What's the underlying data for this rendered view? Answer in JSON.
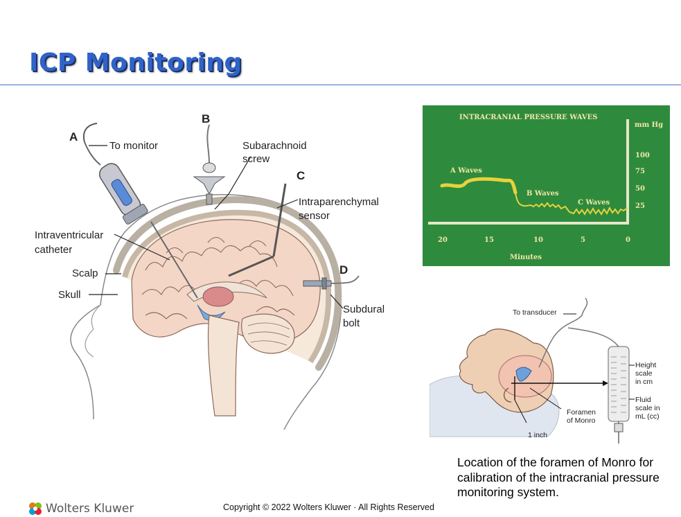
{
  "title": "ICP Monitoring",
  "brain": {
    "markers": {
      "a": "A",
      "b": "B",
      "c": "C",
      "d": "D"
    },
    "labels": {
      "to_monitor": "To monitor",
      "subarachnoid": "Subarachnoid",
      "screw": "screw",
      "intraparenchymal": "Intraparenchymal",
      "sensor": "sensor",
      "intraventricular": "Intraventricular",
      "catheter": "catheter",
      "scalp": "Scalp",
      "skull": "Skull",
      "subdural": "Subdural",
      "bolt": "bolt"
    }
  },
  "waves_chart": {
    "title": "INTRACRANIAL PRESSURE WAVES",
    "unit": "mm Hg",
    "y_ticks": [
      "100",
      "75",
      "50",
      "25"
    ],
    "x_ticks": [
      "20",
      "15",
      "10",
      "5",
      "0"
    ],
    "xlabel": "Minutes",
    "wave_labels": {
      "a": "A Waves",
      "b": "B Waves",
      "c": "C Waves"
    },
    "colors": {
      "background": "#2e8b3e",
      "trace": "#e8d23a",
      "text": "#f3e6a6"
    }
  },
  "transducer": {
    "labels": {
      "to_transducer": "To transducer",
      "height1": "Height",
      "height2": "scale",
      "height3": "in cm",
      "fluid1": "Fluid",
      "fluid2": "scale in",
      "fluid3": "mL (cc)",
      "foramen1": "Foramen",
      "foramen2": "of Monro",
      "inch": "1 inch"
    }
  },
  "caption": " Location of the foramen of Monro for calibration of the intracranial pressure monitoring system.",
  "logo": {
    "text": "Wolters Kluwer"
  },
  "footer": "Copyright © 2022 Wolters Kluwer · All Rights Reserved"
}
